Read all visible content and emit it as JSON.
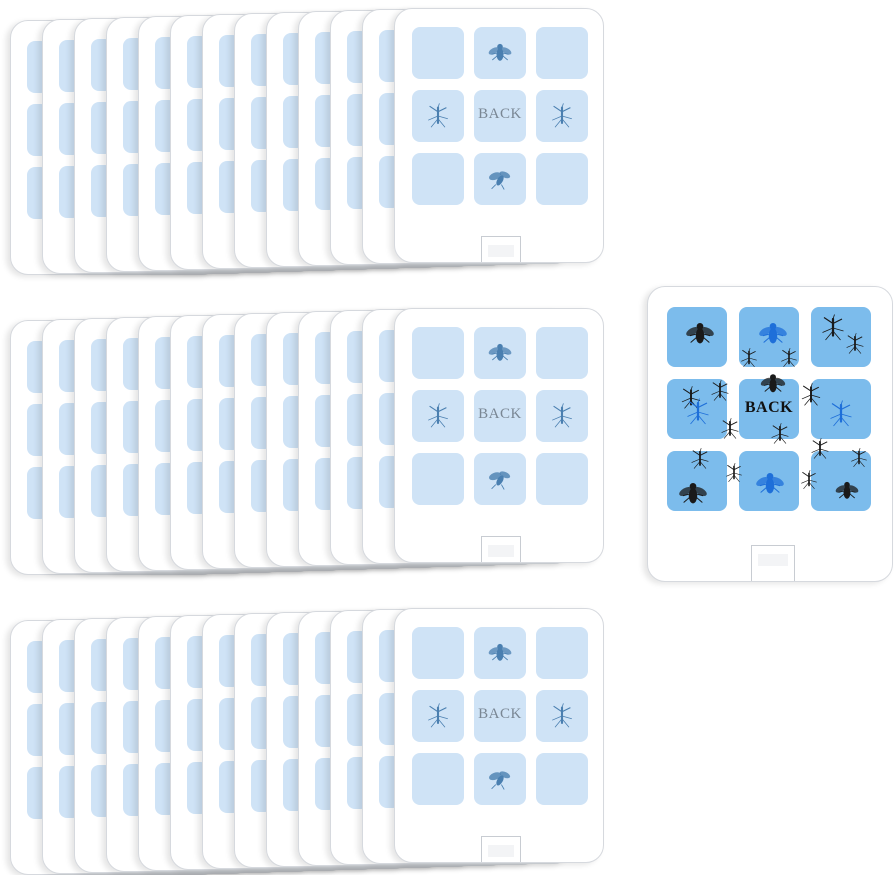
{
  "back_label": "BACK",
  "colors": {
    "cell_light": "#cfe3f6",
    "cell_used": "#7cbcec",
    "insect_blue": "#4a7fb0",
    "insect_dark": "#1a1a1a",
    "insect_vivid": "#1e6fd9"
  },
  "stacks": [
    {
      "name": "stack-top",
      "cards": 13,
      "icons": [
        "",
        "fly-icon",
        "",
        "mosquito-icon",
        "BACK",
        "mosquito-icon",
        "",
        "moth-icon",
        ""
      ]
    },
    {
      "name": "stack-middle",
      "cards": 13,
      "icons": [
        "",
        "fly-icon",
        "",
        "mosquito-icon",
        "BACK",
        "mosquito-icon",
        "",
        "moth-icon",
        ""
      ]
    },
    {
      "name": "stack-bottom",
      "cards": 13,
      "icons": [
        "",
        "fly-icon",
        "",
        "mosquito-icon",
        "BACK",
        "mosquito-icon",
        "",
        "moth-icon",
        ""
      ]
    }
  ],
  "used_trap": {
    "label": "BACK",
    "state": "covered with caught insects"
  }
}
